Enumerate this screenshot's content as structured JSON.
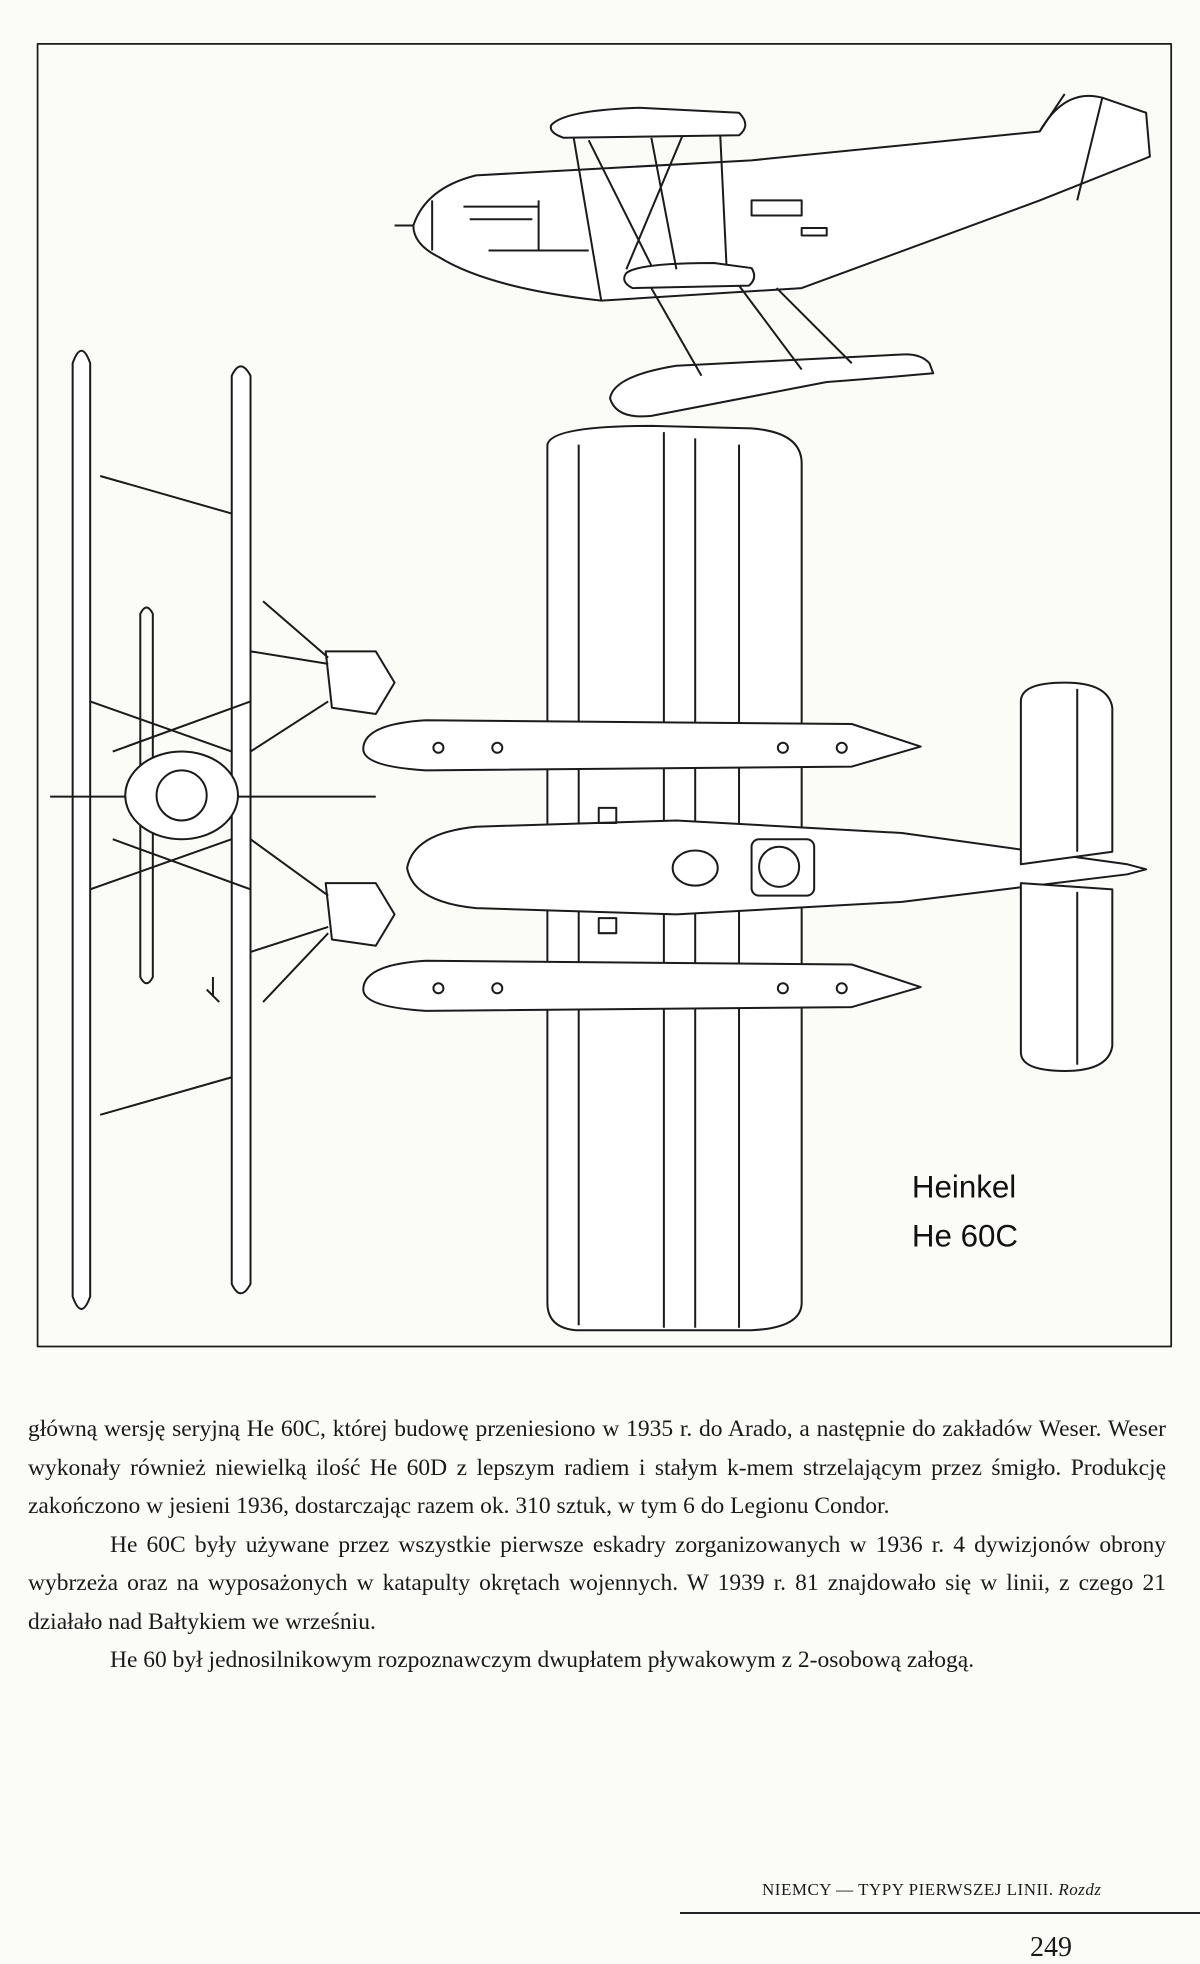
{
  "figure": {
    "label_line1": "Heinkel",
    "label_line2": "He 60C"
  },
  "body": {
    "paragraphs": [
      "główną wersję seryjną He 60C, której budowę przeniesiono w 1935 r. do Arado, a następnie do zakładów Weser. Weser wykonały również niewielką ilość He 60D z lepszym radiem i stałym k-mem strzelającym przez śmigło. Produkcję zakończono w jesieni 1936, dostarczając razem ok. 310 sztuk, w tym 6 do Legionu Condor.",
      "He 60C były używane przez wszystkie pierwsze eskadry zorganizowanych w 1936 r. 4 dywizjonów obrony wybrzeża oraz na wyposażonych w katapulty okrętach wojennych. W 1939 r. 81 znajdowało się w linii, z czego 21 działało nad Bałtykiem we wrześniu.",
      "He 60 był jednosilnikowym rozpoznawczym dwupłatem pływakowym z 2-osobową załogą."
    ]
  },
  "footer": {
    "running_head": "NIEMCY — TYPY PIERWSZEJ LINII.",
    "running_head_italic": "Rozdz",
    "page_number": "249"
  }
}
